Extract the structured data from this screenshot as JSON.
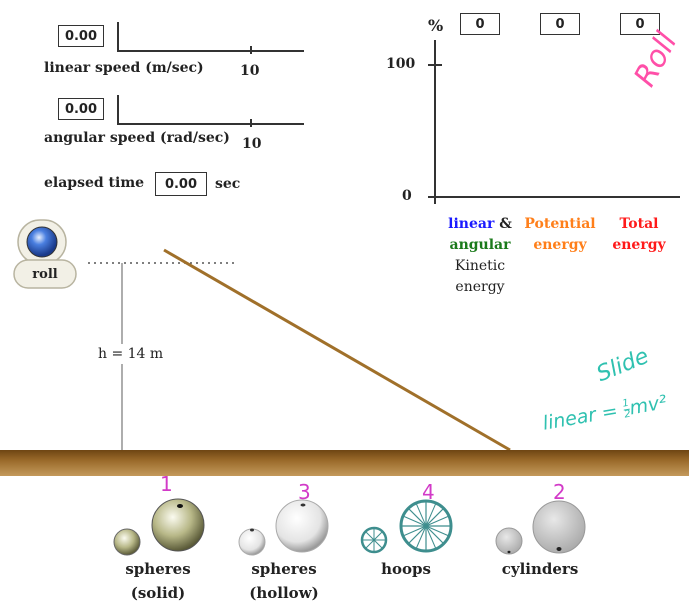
{
  "meters": {
    "linear_speed": {
      "value": "0.00",
      "label": "linear speed (m/sec)",
      "tick": "10"
    },
    "angular_speed": {
      "value": "0.00",
      "label": "angular speed (rad/sec)",
      "tick": "10"
    },
    "elapsed_time": {
      "label": "elapsed time",
      "value": "0.00",
      "unit": "sec"
    }
  },
  "energy_chart": {
    "percent_label": "%",
    "y_100": "100",
    "y_0": "0",
    "boxes": [
      "0",
      "0",
      "0"
    ],
    "labels": {
      "linear": "linear",
      "amp": "&",
      "angular": "angular",
      "kinetic": "Kinetic",
      "energy": "energy",
      "potential": "Potential",
      "total": "Total"
    },
    "colors": {
      "linear": "#1a1aff",
      "angular": "#1a7a1a",
      "potential": "#ff7f1a",
      "total": "#ff1a1a"
    }
  },
  "roll_button": {
    "label": "roll",
    "icon": "ball-icon"
  },
  "ramp": {
    "height_label": "h = 14 m"
  },
  "objects": [
    {
      "name": "spheres",
      "sub": "(solid)",
      "rank": "1"
    },
    {
      "name": "spheres",
      "sub": "(hollow)",
      "rank": "3"
    },
    {
      "name": "hoops",
      "sub": "",
      "rank": "4"
    },
    {
      "name": "cylinders",
      "sub": "",
      "rank": "2"
    }
  ],
  "annotations": {
    "roll": "Roll",
    "slide": "Slide",
    "linear_formula": "linear =",
    "half_num": "1",
    "half_den": "2",
    "mv2": "mv²"
  },
  "colors": {
    "ground": "#8a5a1c",
    "ramp": "#a0702a",
    "annotation_pink": "#ff4fa8",
    "annotation_teal": "#2fc1b0",
    "rank_purple": "#d23ac8"
  }
}
